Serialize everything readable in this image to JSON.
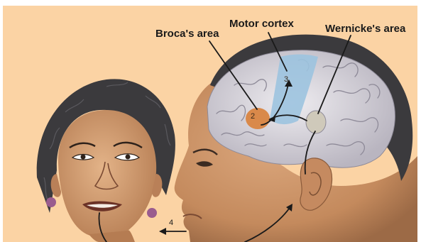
{
  "labels": {
    "broca": "Broca's area",
    "motor": "Motor cortex",
    "wernicke": "Wernicke's area"
  },
  "step_numbers": {
    "broca": "2",
    "motor": "3",
    "mouth": "4"
  },
  "colors": {
    "background": "#fbd3a4",
    "broca_area": "#d9894a",
    "motor_cortex": "#9cc3df",
    "wernicke_area": "#cfc9ba",
    "brain": "#d7d4dc",
    "skin": "#c99165",
    "hair": "#3b3a3d",
    "pathway": "#1a1a1a"
  }
}
